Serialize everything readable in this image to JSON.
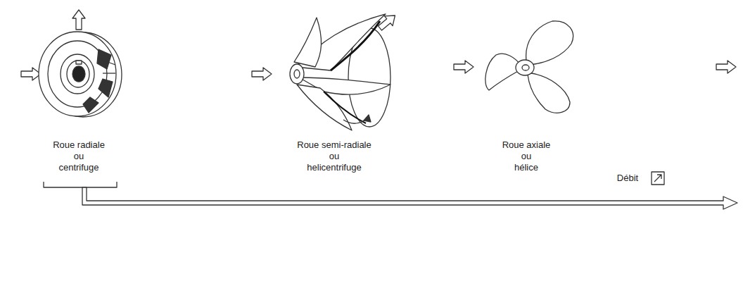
{
  "diagram": {
    "labels": [
      "Roue radiale",
      "ou",
      "centrifuge",
      "Roue semi-radiale",
      "ou",
      "helicentrifuge",
      "Roue axiale",
      "ou",
      "hélice",
      "Débit"
    ]
  }
}
